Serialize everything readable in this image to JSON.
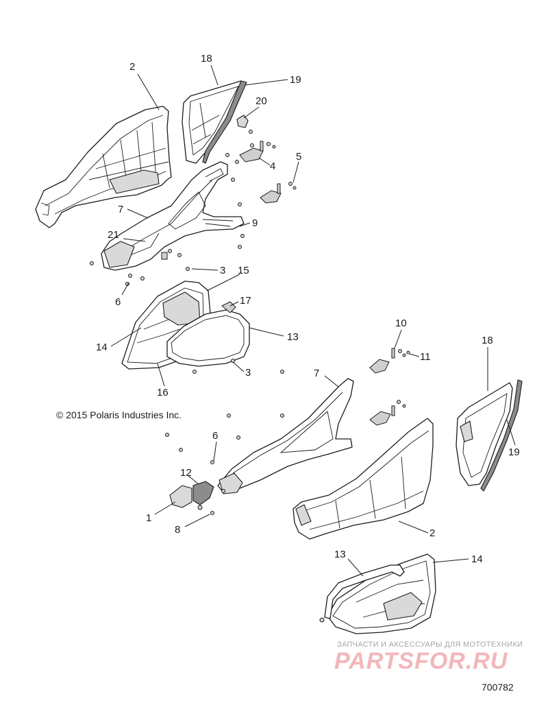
{
  "copyright": "© 2015 Polaris Industries Inc.",
  "figure_number": "700782",
  "watermark": {
    "tagline": "ЗАПЧАСТИ И АКСЕССУАРЫ ДЛЯ МОТОТЕХНИКИ",
    "logo": "PARTSFOR.RU"
  },
  "callouts": [
    {
      "id": "c-2a",
      "text": "2"
    },
    {
      "id": "c-18a",
      "text": "18"
    },
    {
      "id": "c-19a",
      "text": "19"
    },
    {
      "id": "c-20",
      "text": "20"
    },
    {
      "id": "c-4",
      "text": "4"
    },
    {
      "id": "c-5",
      "text": "5"
    },
    {
      "id": "c-7a",
      "text": "7"
    },
    {
      "id": "c-9",
      "text": "9"
    },
    {
      "id": "c-21",
      "text": "21"
    },
    {
      "id": "c-3a",
      "text": "3"
    },
    {
      "id": "c-15",
      "text": "15"
    },
    {
      "id": "c-6a",
      "text": "6"
    },
    {
      "id": "c-17",
      "text": "17"
    },
    {
      "id": "c-13a",
      "text": "13"
    },
    {
      "id": "c-14a",
      "text": "14"
    },
    {
      "id": "c-3b",
      "text": "3"
    },
    {
      "id": "c-16",
      "text": "16"
    },
    {
      "id": "c-10",
      "text": "10"
    },
    {
      "id": "c-11",
      "text": "11"
    },
    {
      "id": "c-7b",
      "text": "7"
    },
    {
      "id": "c-18b",
      "text": "18"
    },
    {
      "id": "c-19b",
      "text": "19"
    },
    {
      "id": "c-6b",
      "text": "6"
    },
    {
      "id": "c-12",
      "text": "12"
    },
    {
      "id": "c-1",
      "text": "1"
    },
    {
      "id": "c-8",
      "text": "8"
    },
    {
      "id": "c-2b",
      "text": "2"
    },
    {
      "id": "c-13b",
      "text": "13"
    },
    {
      "id": "c-14b",
      "text": "14"
    }
  ]
}
